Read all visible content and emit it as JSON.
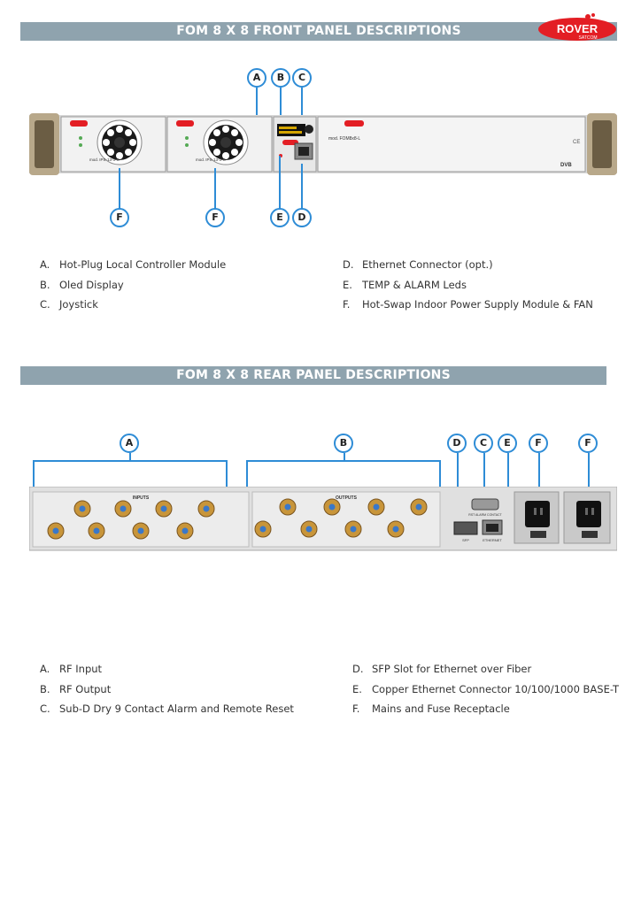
{
  "brand": {
    "logo_text": "ROVER",
    "logo_sub": "SATCOM",
    "logo_color": "#e31e24"
  },
  "front": {
    "title": "FOM 8 X 8  FRONT PANEL DESCRIPTIONS",
    "callouts": [
      "A",
      "B",
      "C",
      "F",
      "F",
      "E",
      "D"
    ],
    "panel_text": {
      "psu1_model": "mod. IPS-13-3-C",
      "psu2_model": "mod. IPS-13-3-C",
      "main_model": "mod. FOM8x8-L",
      "dvb": "DVB",
      "ce": "CE"
    },
    "legend_left": [
      {
        "key": "A.",
        "text": "Hot-Plug Local Controller Module"
      },
      {
        "key": "B.",
        "text": "Oled Display"
      },
      {
        "key": "C.",
        "text": "Joystick"
      }
    ],
    "legend_right": [
      {
        "key": "D.",
        "text": "Ethernet Connector (opt.)"
      },
      {
        "key": "E.",
        "text": "TEMP & ALARM Leds"
      },
      {
        "key": "F.",
        "text": "Hot-Swap Indoor Power Supply Module & FAN"
      }
    ]
  },
  "rear": {
    "title": "FOM 8 X 8  REAR PANEL DESCRIPTIONS",
    "callouts": [
      "A",
      "B",
      "D",
      "C",
      "E",
      "F",
      "F"
    ],
    "panel_text": {
      "inputs": "INPUTS",
      "outputs": "OUTPUTS",
      "sfp": "SFP",
      "ethernet": "ETHERNET",
      "alarm": "RST ALARM CONTACT"
    },
    "legend_left": [
      {
        "key": "A.",
        "text": "RF Input"
      },
      {
        "key": "B.",
        "text": "RF Output"
      },
      {
        "key": "C.",
        "text": "Sub-D Dry 9 Contact Alarm and Remote Reset"
      }
    ],
    "legend_right": [
      {
        "key": "D.",
        "text": "SFP Slot for Ethernet over Fiber"
      },
      {
        "key": "E.",
        "text": "Copper Ethernet Connector 10/100/1000 BASE-T"
      },
      {
        "key": "F.",
        "text": "Mains and Fuse Receptacle"
      }
    ]
  }
}
